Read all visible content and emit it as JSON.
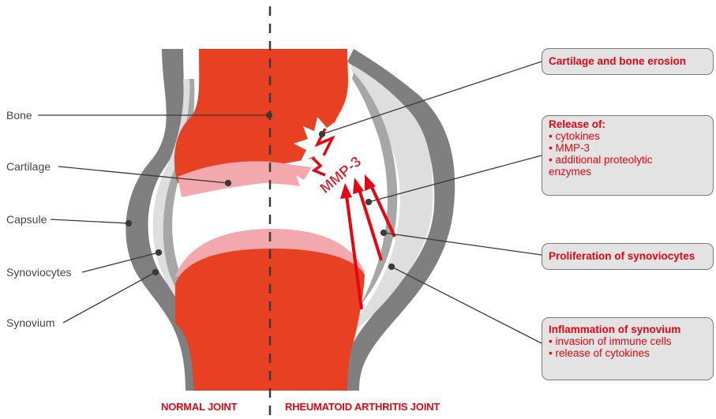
{
  "labels_left": {
    "bone": "Bone",
    "cartilage": "Cartilage",
    "capsule": "Capsule",
    "synoviocytes": "Synoviocytes",
    "synovium": "Synovium"
  },
  "callouts": {
    "erosion": {
      "title": "Cartilage and bone erosion"
    },
    "release": {
      "title": "Release of:",
      "items": [
        "cytokines",
        "MMP-3"
      ],
      "last_item": "additional proteolytic",
      "last_item_cont": "enzymes"
    },
    "proliferation": {
      "title": "Proliferation of synoviocytes"
    },
    "inflammation": {
      "title": "Inflammation of synovium",
      "items": [
        "invasion of immune cells",
        "release of cytokines"
      ]
    }
  },
  "mmp_label": "MMP-3",
  "footer": {
    "left": "NORMAL JOINT",
    "right": "RHEUMATOID ARTHRITIS JOINT"
  },
  "colors": {
    "bone": "#e84023",
    "cartilage": "#f2a8ad",
    "capsule": "#7f7f7f",
    "synovium": "#dedede",
    "accent": "#e30613"
  }
}
